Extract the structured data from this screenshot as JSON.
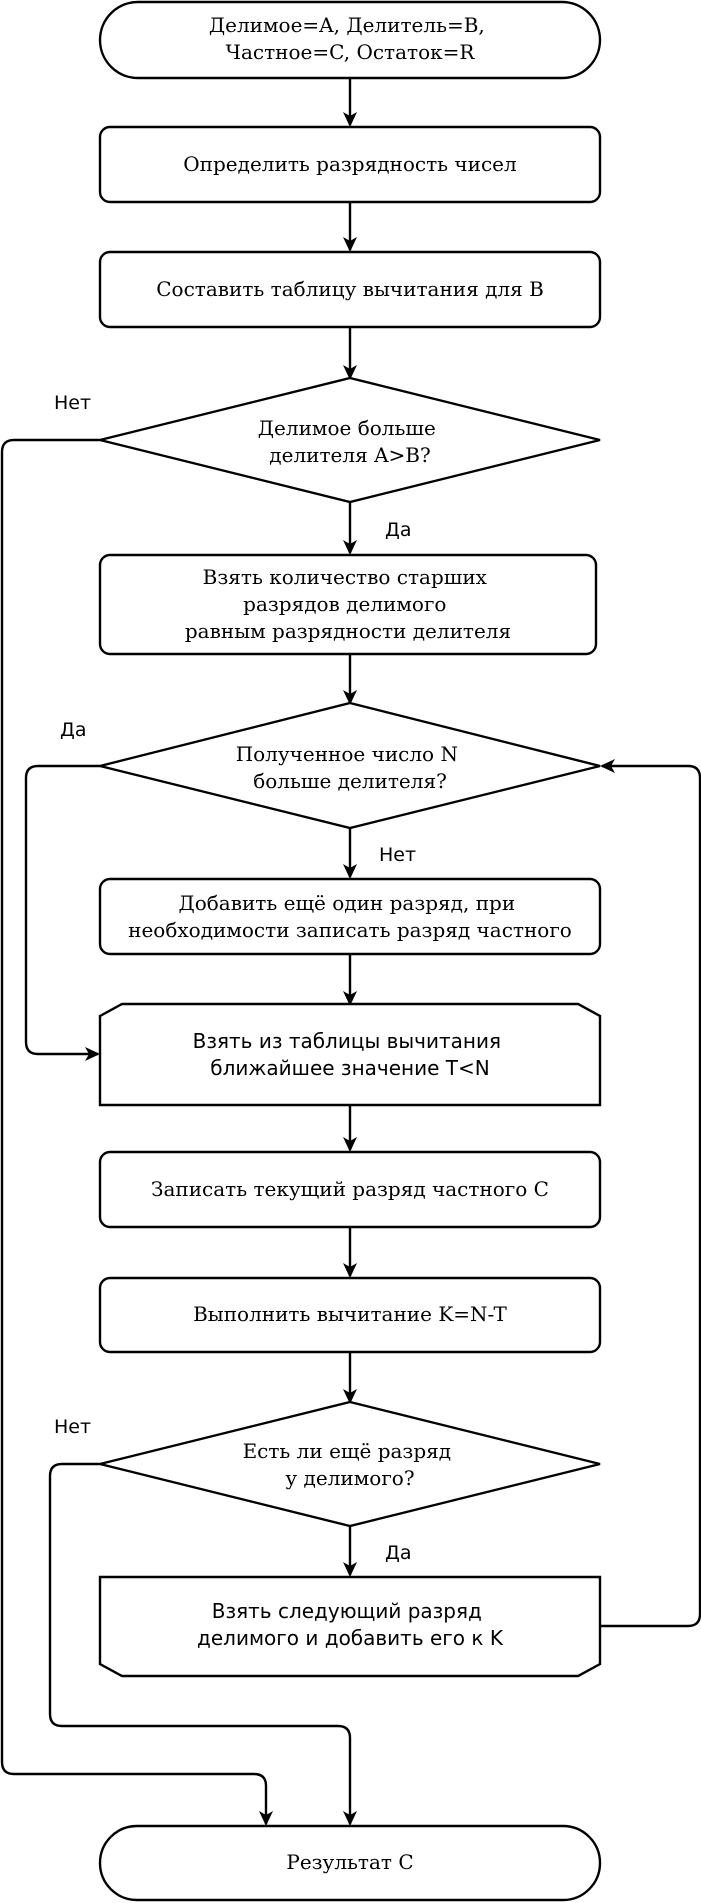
{
  "nodes": {
    "start": {
      "lines": [
        "Делимое=A, Делитель=B,",
        "Частное=C, Остаток=R"
      ]
    },
    "determine_digits": {
      "lines": [
        "Определить разрядность чисел"
      ]
    },
    "build_table": {
      "lines": [
        "Составить таблицу вычитания для B"
      ]
    },
    "check_greater": {
      "lines": [
        "Делимое больше",
        "делителя A>B?"
      ]
    },
    "take_high_digits": {
      "lines": [
        "Взять количество старших",
        "разрядов делимого",
        "равным разрядности делителя"
      ]
    },
    "check_n": {
      "lines": [
        "Полученное число N",
        "больше делителя?"
      ]
    },
    "add_digit": {
      "lines": [
        "Добавить ещё один разряд, при",
        "необходимости записать разряд частного"
      ]
    },
    "table_lookup": {
      "lines": [
        "Взять из таблицы вычитания",
        "ближайшее значение T<N"
      ]
    },
    "write_quotient": {
      "lines": [
        "Записать текущий разряд частного C"
      ]
    },
    "subtract": {
      "lines": [
        "Выполнить вычитание K=N-T"
      ]
    },
    "check_more": {
      "lines": [
        "Есть ли ещё разряд",
        "у делимого?"
      ]
    },
    "next_digit": {
      "lines": [
        "Взять следующий разряд",
        "делимого и добавить его к K"
      ]
    },
    "end": {
      "lines": [
        "Результат C"
      ]
    }
  },
  "edge_labels": {
    "check_greater_no": "Нет",
    "check_greater_yes": "Да",
    "check_n_yes": "Да",
    "check_n_no": "Нет",
    "check_more_no": "Нет",
    "check_more_yes": "Да"
  },
  "colors": {
    "stroke": "#000000",
    "fill": "#ffffff",
    "background": "#ffffff"
  }
}
